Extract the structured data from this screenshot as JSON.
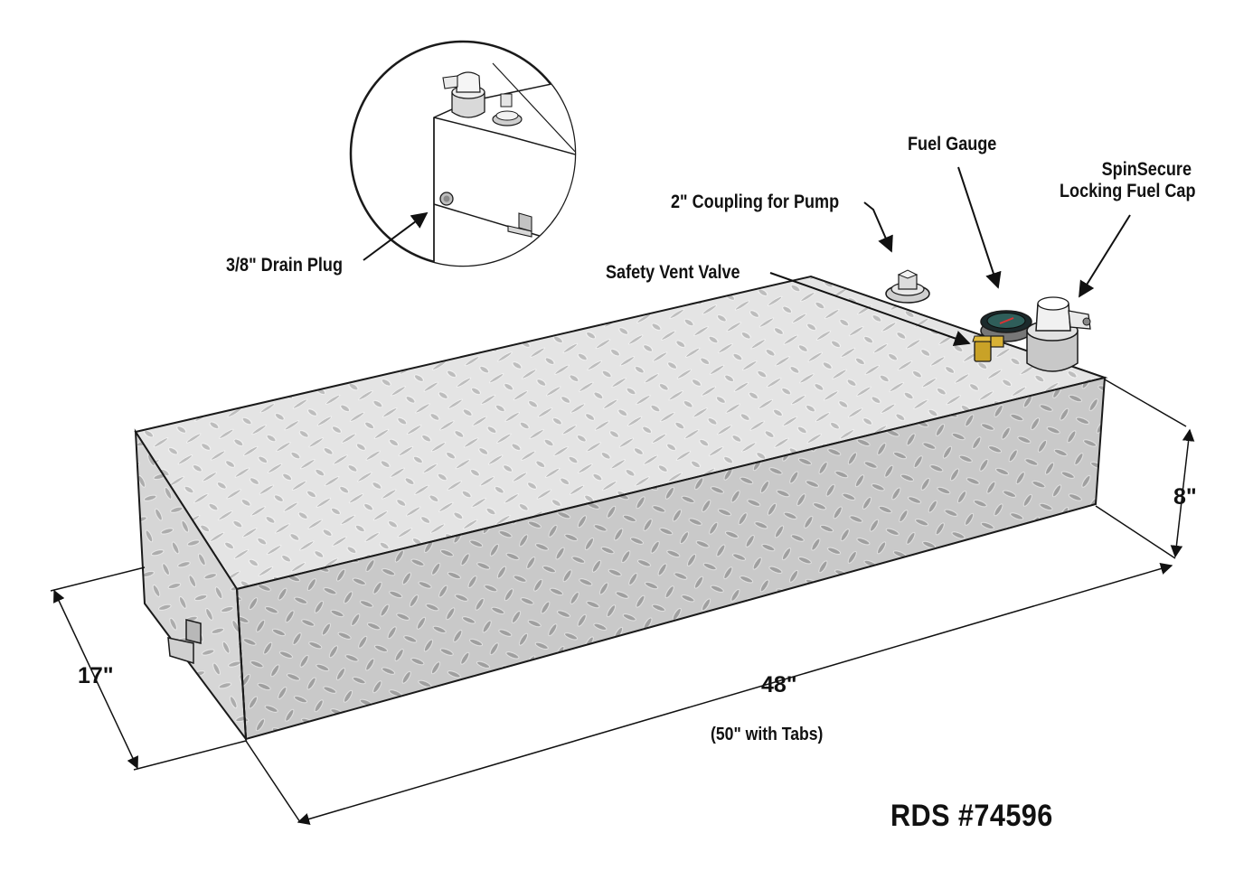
{
  "callouts": {
    "fuel_gauge": "Fuel Gauge",
    "locking_cap_line1": "SpinSecure",
    "locking_cap_line2": "Locking Fuel Cap",
    "coupling": "2\" Coupling for Pump",
    "vent_valve": "Safety Vent Valve",
    "drain_plug": "3/8\" Drain Plug"
  },
  "dimensions": {
    "height": "8\"",
    "depth": "17\"",
    "length": "48\"",
    "length_note": "(50\" with Tabs)"
  },
  "part_number": "RDS #74596",
  "colors": {
    "plate_top": "#e4e4e4",
    "plate_front": "#c9c9c9",
    "plate_side": "#d6d6d6",
    "outline": "#1a1a1a",
    "brass": "#c9a227",
    "text": "#111111"
  }
}
